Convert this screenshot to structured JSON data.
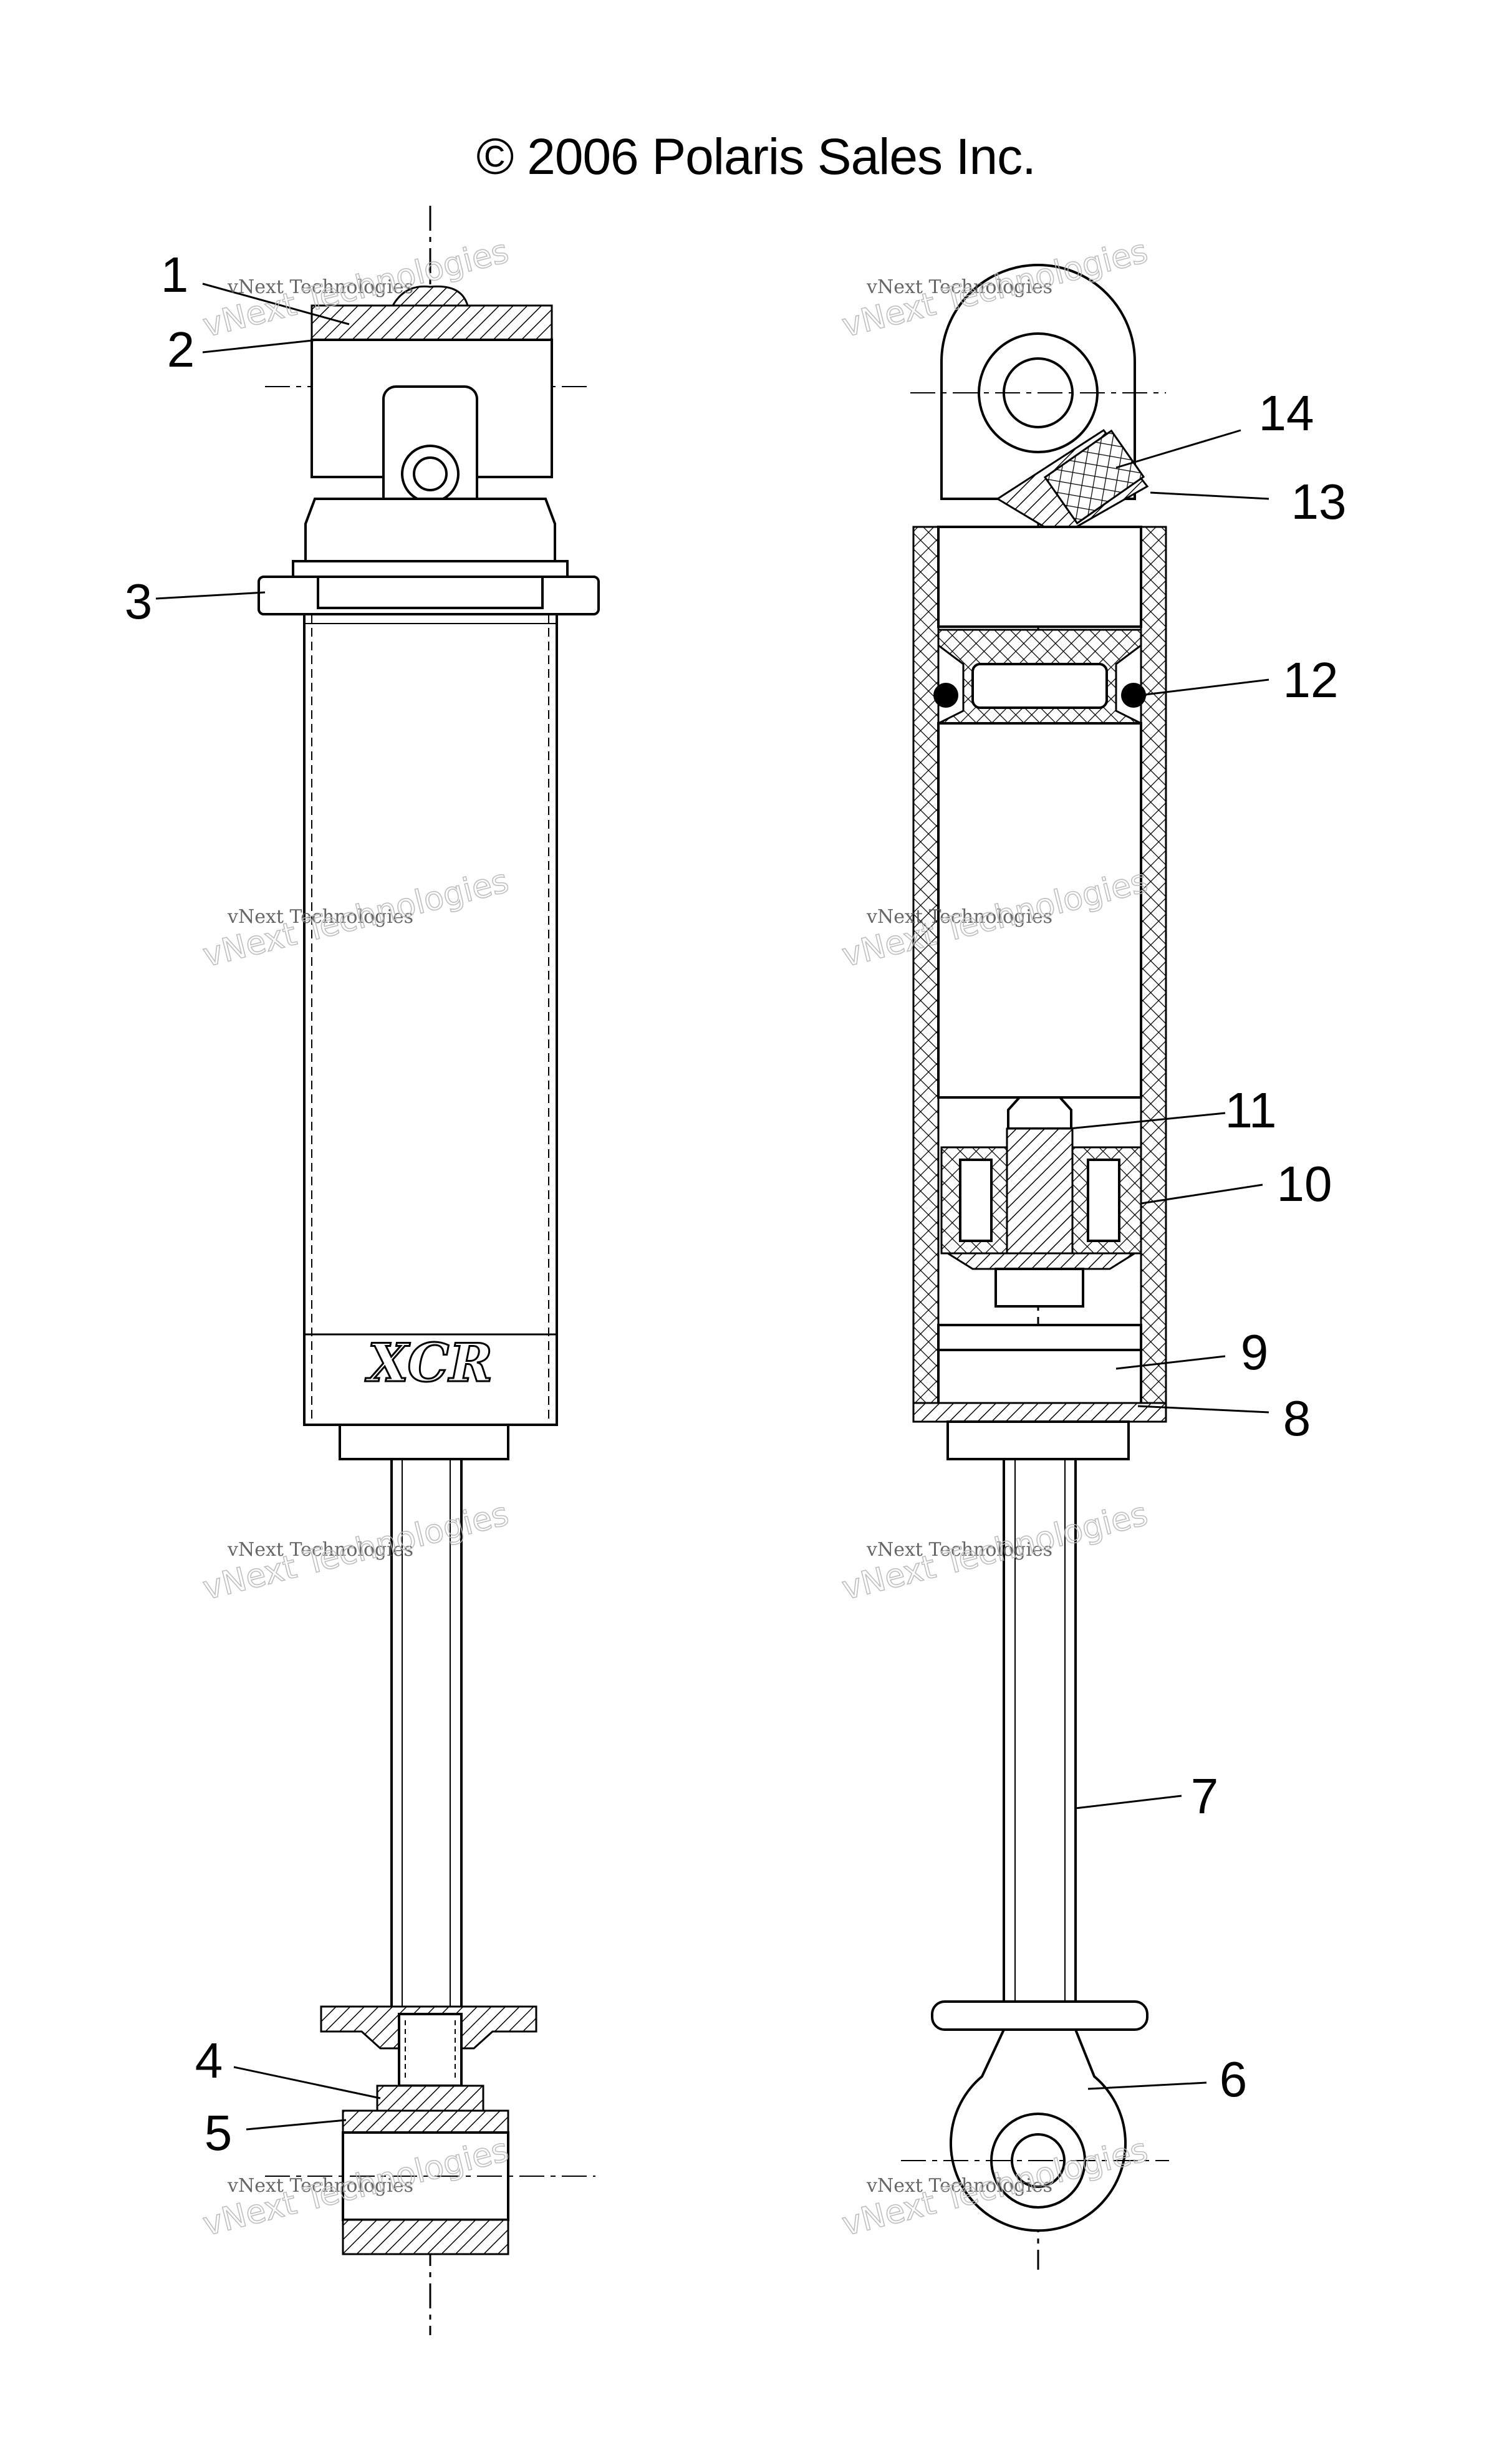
{
  "header": {
    "copyright": "© 2006 Polaris Sales Inc."
  },
  "callouts": [
    "1",
    "2",
    "3",
    "4",
    "5",
    "6",
    "7",
    "8",
    "9",
    "10",
    "11",
    "12",
    "13",
    "14"
  ],
  "logo_text": "XCR",
  "watermark": {
    "line1": "vNext Technologies",
    "line2": "vNext Technologies"
  }
}
